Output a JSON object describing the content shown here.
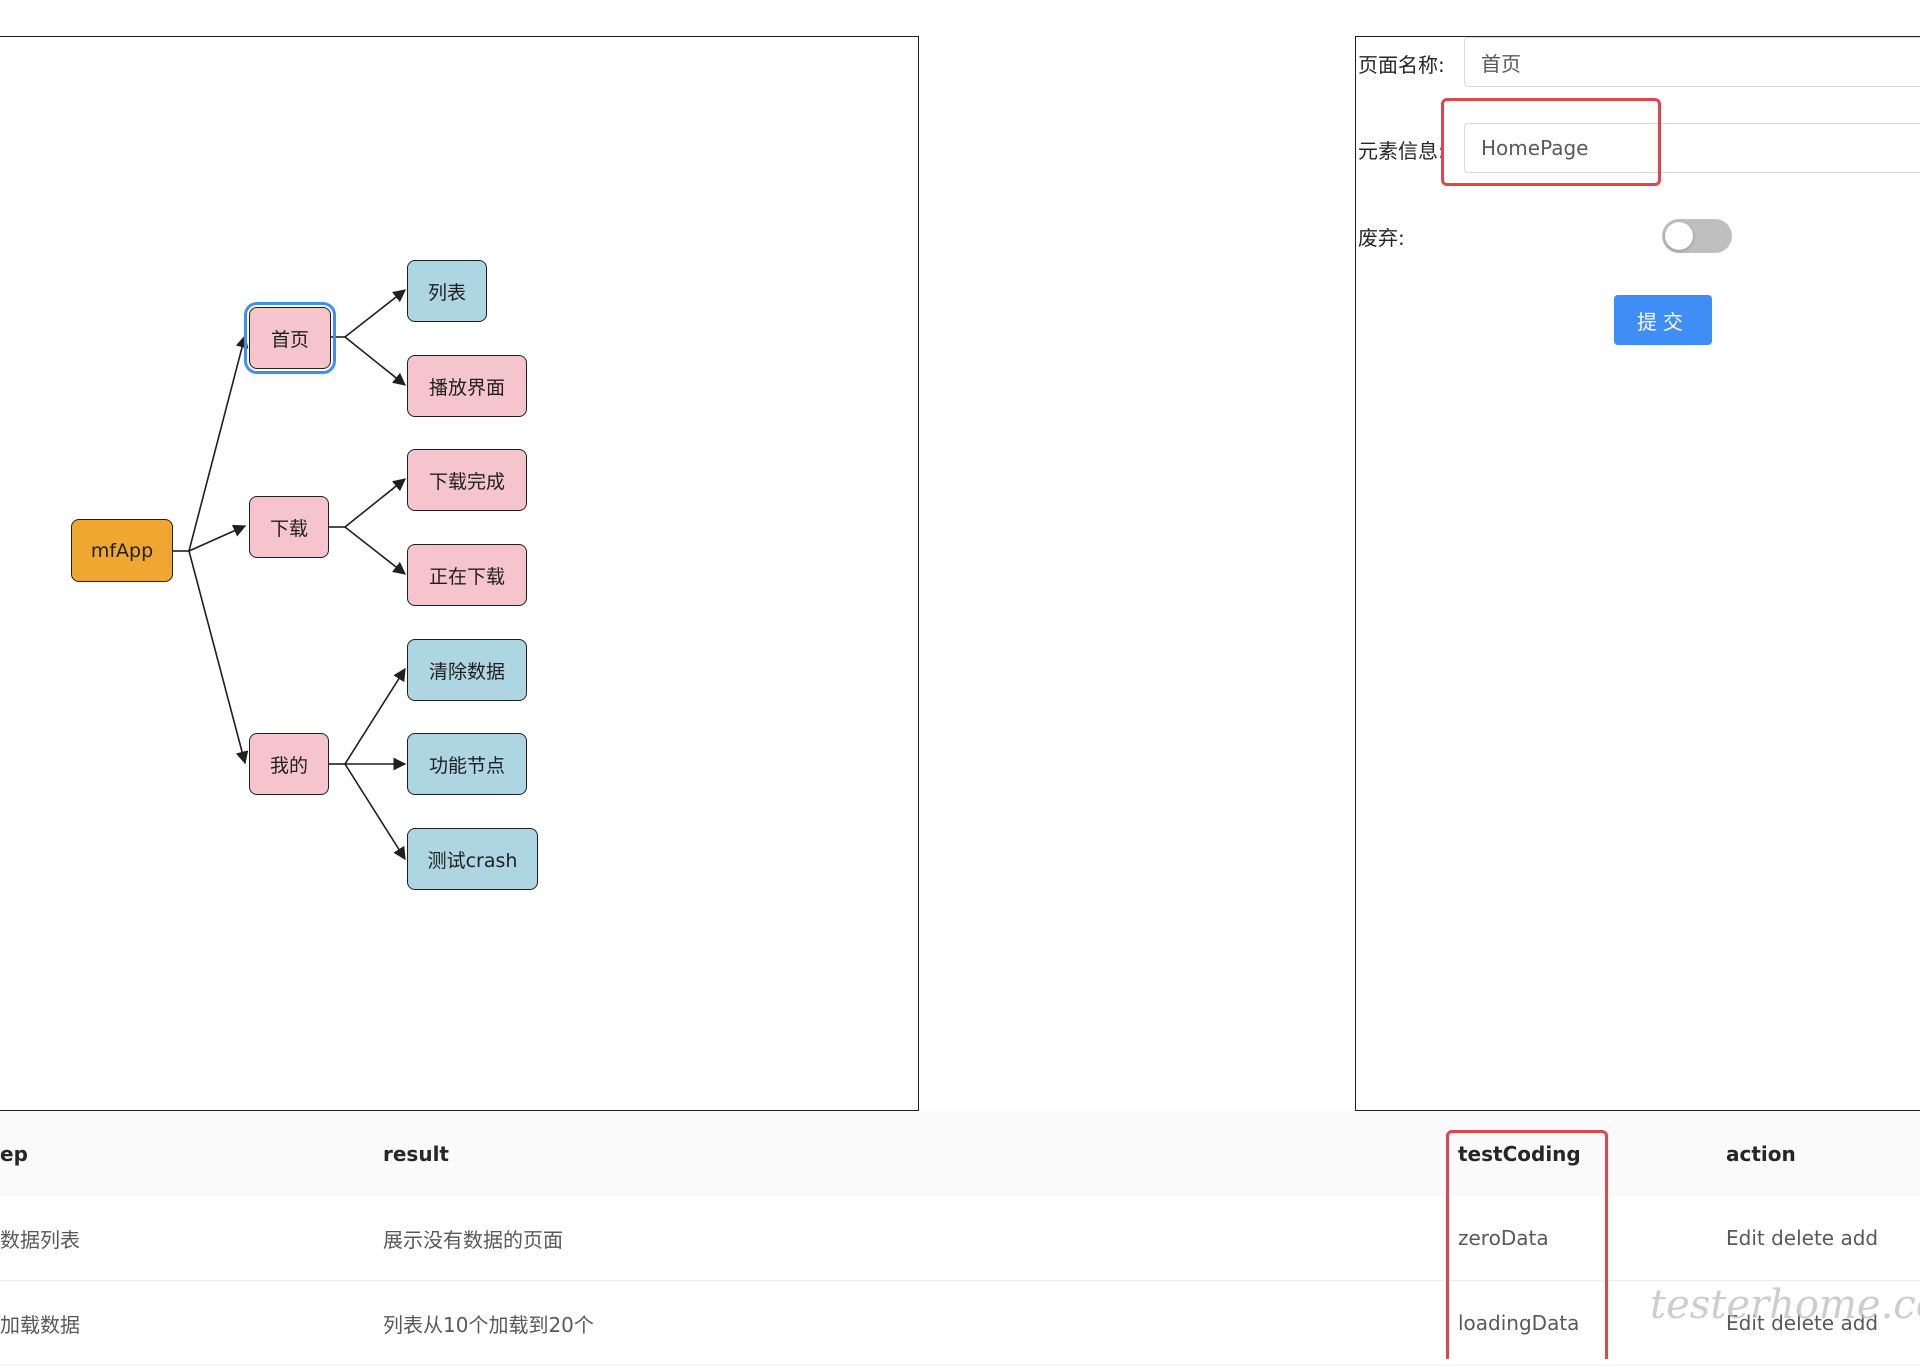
{
  "mindmap": {
    "root": "mfApp",
    "level1": [
      "首页",
      "下载",
      "我的"
    ],
    "home_children": [
      "列表",
      "播放界面"
    ],
    "download_children": [
      "下载完成",
      "正在下载"
    ],
    "mine_children": [
      "清除数据",
      "功能节点",
      "测试crash"
    ],
    "colors": {
      "root": "#f0a731",
      "pink": "#f6c4cd",
      "blue": "#add6e2",
      "selected": "#3f8ef5"
    }
  },
  "form": {
    "page_name_label": "页面名称:",
    "page_name_value": "首页",
    "element_info_label": "元素信息:",
    "element_info_value": "HomePage",
    "deprecated_label": "废弃:",
    "deprecated": false,
    "submit_label": "提交"
  },
  "table": {
    "headers": {
      "step": "ep",
      "result": "result",
      "testCoding": "testCoding",
      "action": "action"
    },
    "rows": [
      {
        "step": "数据列表",
        "result": "展示没有数据的页面",
        "testCoding": "zeroData",
        "action": "Edit delete add"
      },
      {
        "step": "加载数据",
        "result": "列表从10个加载到20个",
        "testCoding": "loadingData",
        "action": "Edit delete add"
      }
    ]
  },
  "watermark": "testerhome.com",
  "accent_color": "#3f8ef5",
  "highlight_color": "#e0454f"
}
